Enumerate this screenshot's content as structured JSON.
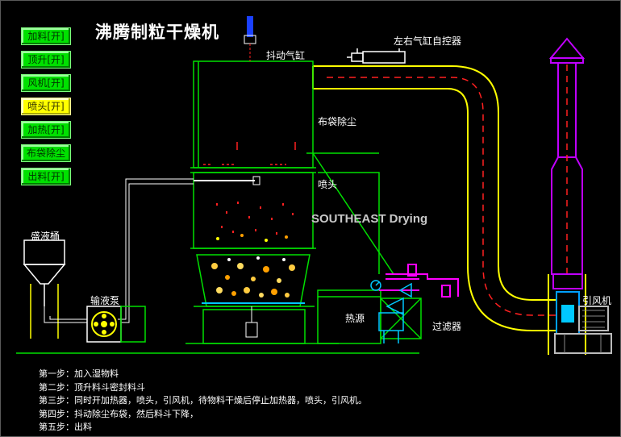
{
  "title": "沸腾制粒干燥机",
  "buttons": [
    {
      "label": "加料[开]",
      "active": false
    },
    {
      "label": "顶升[开]",
      "active": false
    },
    {
      "label": "风机[开]",
      "active": false
    },
    {
      "label": "喷头[开]",
      "active": true
    },
    {
      "label": "加热[开]",
      "active": false
    },
    {
      "label": "布袋除尘",
      "active": false
    },
    {
      "label": "出料[开]",
      "active": false
    }
  ],
  "labels": {
    "shake_cylinder": "抖动气缸",
    "lr_cylinder": "左右气缸自控器",
    "bag_dust": "布袋除尘",
    "nozzle": "喷头",
    "tank": "盛液桶",
    "pump": "输液泵",
    "heat_source": "热源",
    "filter": "过滤器",
    "fan": "引风机",
    "brand": "SOUTHEAST Drying"
  },
  "steps": [
    "第一步：加入湿物料",
    "第二步：顶升料斗密封料斗",
    "第三步：同时开加热器，喷头，引风机，待物料干燥后停止加热器，喷头，引风机。",
    "第四步：抖动除尘布袋，然后料斗下降，",
    "第五步：出料"
  ],
  "colors": {
    "structure": "#00e000",
    "duct": "#ffff00",
    "duct_dash": "#ff2020",
    "heater_pipe": "#ff00ff",
    "chimney": "#c000ff",
    "active_button": "#ffff00",
    "button": "#00e000"
  }
}
